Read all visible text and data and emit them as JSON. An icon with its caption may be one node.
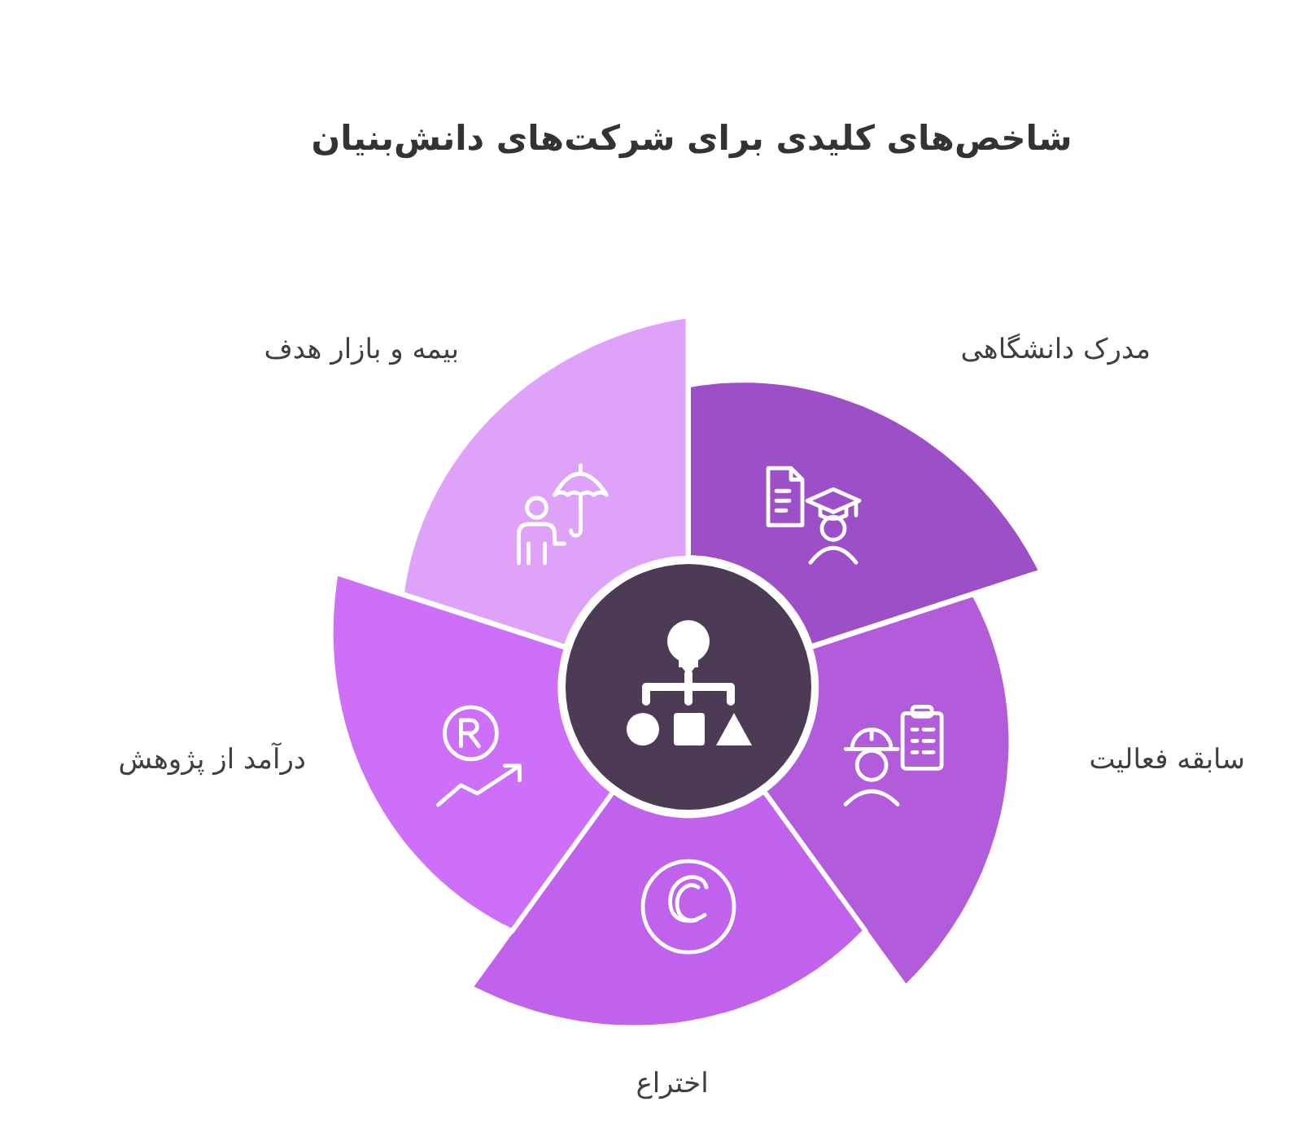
{
  "diagram": {
    "title": "شاخص‌های کلیدی برای شرکت‌های دانش‌بنیان",
    "nodes": [
      {
        "text": [],
        "shape": "circle"
      },
      {
        "text": [
          "مدرک دانشگاهی"
        ]
      },
      {
        "text": [
          "سابقه فعالیت"
        ]
      },
      {
        "text": [
          "اختراع"
        ]
      },
      {
        "text": [
          "درآمد از پژوهش"
        ]
      },
      {
        "text": [
          "بیمه و بازار هدف"
        ]
      }
    ]
  }
}
